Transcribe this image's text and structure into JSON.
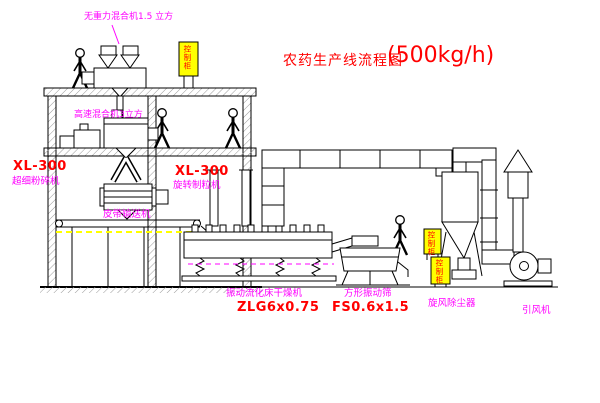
{
  "title": {
    "main": "农药生产线流程图",
    "capacity": "(500kg/h)"
  },
  "labels": {
    "gravity_mixer": "无重力混合机1.5 立方",
    "high_speed_mixer": "高速混合机3立方",
    "pulverizer_model": "XL-300",
    "pulverizer_name": "超细粉碎机",
    "granulator_model": "XL-300",
    "granulator_name": "旋转制粒机",
    "belt_conveyor": "皮带输送机",
    "dryer_name": "振动流化床干燥机",
    "dryer_model": "ZLG6x0.75",
    "screen_name": "方形振动筛",
    "screen_model": "FS0.6x1.5",
    "cyclone_name": "旋风除尘器",
    "fan_name": "引风机",
    "cabinet_1": "控制柜",
    "cabinet_2": "控制柜",
    "cabinet_3": "控制柜"
  },
  "colors": {
    "line": "#000000",
    "label_magenta": "#ff00ff",
    "model_red": "#ff0000",
    "cabinet_yellow": "#ffff00"
  }
}
